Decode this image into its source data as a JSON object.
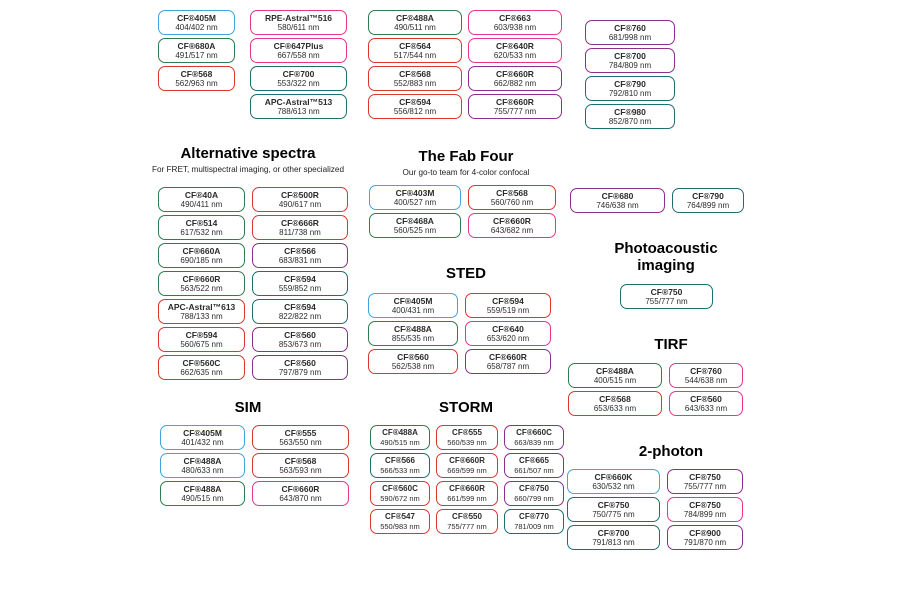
{
  "palette": {
    "blue": "#3FA5DC",
    "green": "#2E7D4F",
    "red": "#D9382F",
    "pink": "#E6368C",
    "teal": "#1E6F70",
    "purple": "#8B2F8F"
  },
  "top": {
    "columns": [
      {
        "boxes": [
          {
            "name": "CF®405M",
            "nm": "404/402 nm",
            "color": "blue"
          },
          {
            "name": "CF®680A",
            "nm": "491/517 nm",
            "color": "green"
          },
          {
            "name": "CF®568",
            "nm": "562/963 nm",
            "color": "red"
          }
        ]
      },
      {
        "boxes": [
          {
            "name": "RPE-Astral™516",
            "nm": "580/611 nm",
            "color": "pink"
          },
          {
            "name": "CF®647Plus",
            "nm": "667/558 nm",
            "color": "pink"
          },
          {
            "name": "CF®700",
            "nm": "553/322 nm",
            "color": "teal"
          },
          {
            "name": "APC-Astral™513",
            "nm": "788/613 nm",
            "color": "teal"
          }
        ]
      },
      {
        "boxes": [
          {
            "name": "CF®488A",
            "nm": "490/511 nm",
            "color": "green"
          },
          {
            "name": "CF®564",
            "nm": "517/544 nm",
            "color": "red"
          },
          {
            "name": "CF®568",
            "nm": "552/883 nm",
            "color": "red"
          },
          {
            "name": "CF®594",
            "nm": "556/812 nm",
            "color": "red"
          }
        ]
      },
      {
        "boxes": [
          {
            "name": "CF®663",
            "nm": "603/938 nm",
            "color": "pink"
          },
          {
            "name": "CF®640R",
            "nm": "620/533 nm",
            "color": "pink"
          },
          {
            "name": "CF®660R",
            "nm": "662/882 nm",
            "color": "purple"
          },
          {
            "name": "CF®660R",
            "nm": "755/777 nm",
            "color": "purple"
          }
        ]
      },
      {
        "boxes": [
          {
            "name": "CF®760",
            "nm": "681/998 nm",
            "color": "purple"
          },
          {
            "name": "CF®700",
            "nm": "784/809 nm",
            "color": "purple"
          },
          {
            "name": "CF®790",
            "nm": "792/810 nm",
            "color": "teal"
          },
          {
            "name": "CF®980",
            "nm": "852/870 nm",
            "color": "teal"
          }
        ]
      }
    ]
  },
  "sections": {
    "alt": {
      "title": "Alternative spectra",
      "subtitle": "For FRET, multispectral imaging, or other specialized",
      "boxes": [
        {
          "name": "CF®40A",
          "nm": "490/411 nm",
          "color": "green"
        },
        {
          "name": "CF®500R",
          "nm": "490/617 nm",
          "color": "red"
        },
        {
          "name": "CF®514",
          "nm": "617/532 nm",
          "color": "green"
        },
        {
          "name": "CF®666R",
          "nm": "811/738 nm",
          "color": "red"
        },
        {
          "name": "CF®660A",
          "nm": "690/185 nm",
          "color": "green"
        },
        {
          "name": "CF®566",
          "nm": "683/831 nm",
          "color": "purple"
        },
        {
          "name": "CF®660R",
          "nm": "563/522 nm",
          "color": "green"
        },
        {
          "name": "CF®594",
          "nm": "559/852 nm",
          "color": "teal"
        },
        {
          "name": "APC-Astral™613",
          "nm": "788/133 nm",
          "color": "red"
        },
        {
          "name": "CF®594",
          "nm": "822/822 nm",
          "color": "teal"
        },
        {
          "name": "CF®594",
          "nm": "560/675 nm",
          "color": "red"
        },
        {
          "name": "CF®560",
          "nm": "853/673 nm",
          "color": "purple"
        },
        {
          "name": "CF®560C",
          "nm": "662/635 nm",
          "color": "red"
        },
        {
          "name": "CF®560",
          "nm": "797/879 nm",
          "color": "purple"
        }
      ]
    },
    "fab": {
      "title": "The Fab Four",
      "subtitle": "Our go-to team for 4-color confocal",
      "boxes": [
        {
          "name": "CF®403M",
          "nm": "400/527 nm",
          "color": "blue"
        },
        {
          "name": "CF®568",
          "nm": "560/760 nm",
          "color": "red"
        },
        {
          "name": "CF®468A",
          "nm": "560/525 nm",
          "color": "green"
        },
        {
          "name": "CF®660R",
          "nm": "643/682 nm",
          "color": "pink"
        }
      ]
    },
    "pair": {
      "boxes": [
        {
          "name": "CF®680",
          "nm": "746/638 nm",
          "color": "purple"
        },
        {
          "name": "CF®790",
          "nm": "764/899 nm",
          "color": "teal"
        }
      ]
    },
    "photo": {
      "title": "Photoacoustic imaging",
      "boxes": [
        {
          "name": "CF®750",
          "nm": "755/777 nm",
          "color": "teal"
        }
      ]
    },
    "sted": {
      "title": "STED",
      "boxes": [
        {
          "name": "CF®405M",
          "nm": "400/431 nm",
          "color": "blue"
        },
        {
          "name": "CF®594",
          "nm": "559/519 nm",
          "color": "red"
        },
        {
          "name": "CF®488A",
          "nm": "855/535 nm",
          "color": "green"
        },
        {
          "name": "CF®640",
          "nm": "653/620 nm",
          "color": "pink"
        },
        {
          "name": "CF®560",
          "nm": "562/538 nm",
          "color": "red"
        },
        {
          "name": "CF®660R",
          "nm": "658/787 nm",
          "color": "purple"
        }
      ]
    },
    "tirf": {
      "title": "TIRF",
      "boxes": [
        {
          "name": "CF®488A",
          "nm": "400/515 nm",
          "color": "green"
        },
        {
          "name": "CF®760",
          "nm": "544/638 nm",
          "color": "pink"
        },
        {
          "name": "CF®568",
          "nm": "653/633 nm",
          "color": "red"
        },
        {
          "name": "CF®560",
          "nm": "643/633 nm",
          "color": "pink"
        }
      ]
    },
    "sim": {
      "title": "SIM",
      "boxes": [
        {
          "name": "CF®405M",
          "nm": "401/432 nm",
          "color": "blue"
        },
        {
          "name": "CF®555",
          "nm": "563/550 nm",
          "color": "red"
        },
        {
          "name": "CF®488A",
          "nm": "480/633 nm",
          "color": "blue"
        },
        {
          "name": "CF®568",
          "nm": "563/593 nm",
          "color": "red"
        },
        {
          "name": "CF®488A",
          "nm": "490/515 nm",
          "color": "green"
        },
        {
          "name": "CF®660R",
          "nm": "643/870 nm",
          "color": "pink"
        }
      ]
    },
    "storm": {
      "title": "STORM",
      "boxes": [
        {
          "name": "CF®488A",
          "nm": "490/515 nm",
          "color": "green"
        },
        {
          "name": "CF®555",
          "nm": "560/539 nm",
          "color": "red"
        },
        {
          "name": "CF®660C",
          "nm": "663/839 nm",
          "color": "purple"
        },
        {
          "name": "CF®566",
          "nm": "566/533 nm",
          "color": "teal"
        },
        {
          "name": "CF®660R",
          "nm": "669/599 nm",
          "color": "red"
        },
        {
          "name": "CF®665",
          "nm": "661/507 nm",
          "color": "purple"
        },
        {
          "name": "CF®560C",
          "nm": "590/672 nm",
          "color": "red"
        },
        {
          "name": "CF®660R",
          "nm": "661/599 nm",
          "color": "red"
        },
        {
          "name": "CF®750",
          "nm": "660/799 nm",
          "color": "purple"
        },
        {
          "name": "CF®547",
          "nm": "550/983 nm",
          "color": "red"
        },
        {
          "name": "CF®550",
          "nm": "755/777 nm",
          "color": "red"
        },
        {
          "name": "CF®770",
          "nm": "781/009 nm",
          "color": "teal"
        }
      ]
    },
    "twop": {
      "title": "2-photon",
      "boxes": [
        {
          "name": "CF®660K",
          "nm": "630/532 nm",
          "color": "blue"
        },
        {
          "name": "CF®750",
          "nm": "755/777 nm",
          "color": "purple"
        },
        {
          "name": "CF®750",
          "nm": "750/775 nm",
          "color": "teal"
        },
        {
          "name": "CF®750",
          "nm": "784/899 nm",
          "color": "pink"
        },
        {
          "name": "CF®700",
          "nm": "791/813 nm",
          "color": "teal"
        },
        {
          "name": "CF®900",
          "nm": "791/870 nm",
          "color": "purple"
        }
      ]
    }
  }
}
